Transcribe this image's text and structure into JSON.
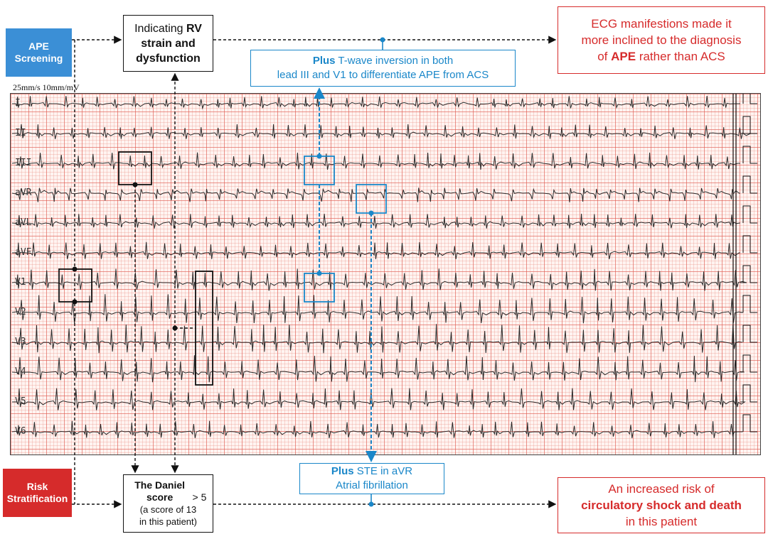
{
  "tags": {
    "ape_screening": "APE Screening",
    "risk_stratification": "Risk Stratification"
  },
  "rv_box": {
    "pre": "Indicating ",
    "bold1": "RV",
    "bold2": "strain and dysfunction"
  },
  "daniel_box": {
    "bold": "The Daniel score",
    "suffix": " > 5",
    "line3": "(a score of 13",
    "line4": "in this patient)"
  },
  "top_red_box": {
    "line1": "ECG manifestions made it",
    "line2": "more inclined to the diagnosis",
    "pre3": "of ",
    "bold3": "APE",
    "post3": " rather than ACS"
  },
  "bottom_red_box": {
    "line1": "An increased risk of",
    "bold2": "circulatory shock and death",
    "line3": "in this patient"
  },
  "top_blue_box": {
    "bold": "Plus",
    "rest1": " T-wave inversion in both",
    "line2": "lead III and V1 to differentiate APE from ACS"
  },
  "bottom_blue_box": {
    "bold": "Plus",
    "rest1": " STE in aVR",
    "line2": "Atrial fibrillation"
  },
  "ecg": {
    "scale_label": "25mm/s 10mm/mV",
    "leads": [
      "I",
      "II",
      "III",
      "aVR",
      "aVL",
      "aVF",
      "V1",
      "V2",
      "V3",
      "V4",
      "V5",
      "V6"
    ]
  },
  "colors": {
    "screening_blue": "#3b8fd6",
    "risk_red": "#d62b2b",
    "annotation_blue": "#1a87c9",
    "trace": "#2a2a2a"
  }
}
